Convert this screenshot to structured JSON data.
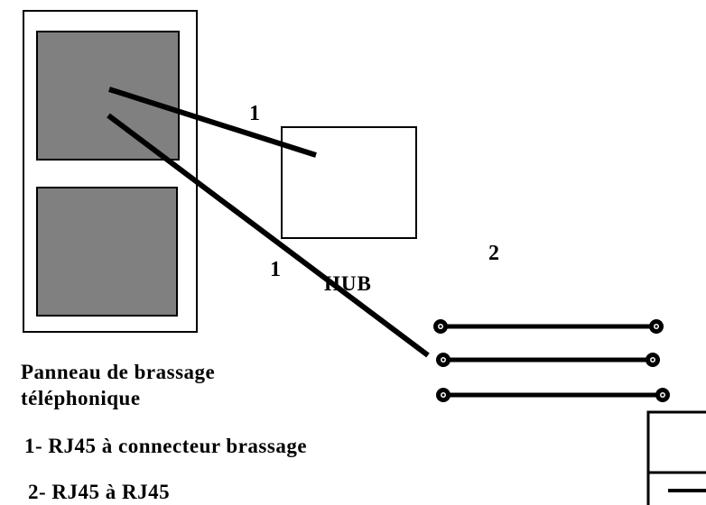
{
  "labels": {
    "cable_1_upper": "1",
    "cable_1_lower": "1",
    "cable_2": "2",
    "hub": "HUB",
    "panel_line1": "Panneau de brassage",
    "panel_line2": "téléphonique"
  },
  "legend": {
    "item1": "1- RJ45 à connecteur brassage",
    "item2": "2- RJ45 à RJ45"
  },
  "colors": {
    "line": "#000000",
    "panel_fill": "#808080",
    "background": "#ffffff"
  }
}
